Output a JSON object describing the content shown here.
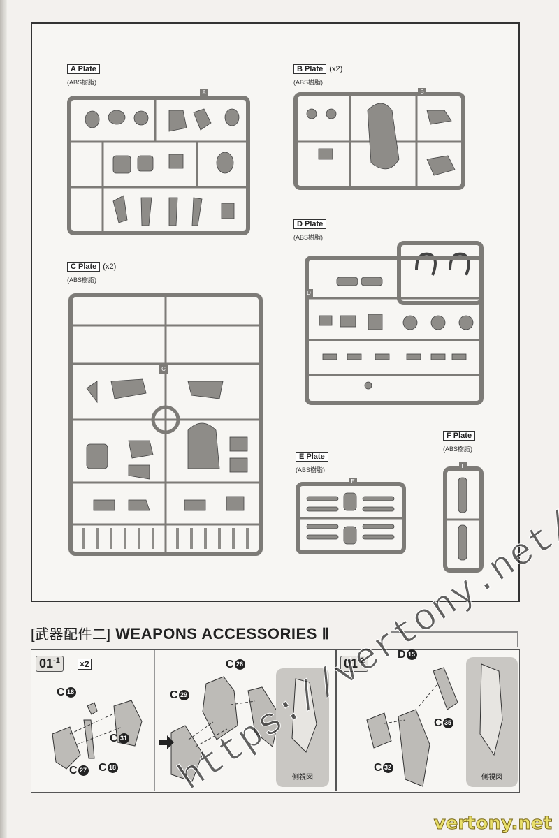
{
  "plates": {
    "a": {
      "label": "A Plate",
      "mult": "",
      "material": "(ABS樹脂)",
      "letter": "A"
    },
    "b": {
      "label": "B Plate",
      "mult": "(x2)",
      "material": "(ABS樹脂)",
      "letter": "B"
    },
    "c": {
      "label": "C Plate",
      "mult": "(x2)",
      "material": "(ABS樹脂)",
      "letter": "C"
    },
    "d": {
      "label": "D Plate",
      "mult": "",
      "material": "(ABS樹脂)",
      "letter": "D"
    },
    "e": {
      "label": "E Plate",
      "mult": "",
      "material": "(ABS樹脂)",
      "letter": "E"
    },
    "f": {
      "label": "F Plate",
      "mult": "",
      "material": "(ABS樹脂)",
      "letter": "F"
    }
  },
  "section": {
    "title_cn": "[武器配件二]",
    "title_en": "WEAPONS ACCESSORIES Ⅱ"
  },
  "steps": {
    "step1": {
      "tag": "01",
      "sub": "-1",
      "mult": "×2",
      "callouts": [
        {
          "letter": "C",
          "num": "18"
        },
        {
          "letter": "C",
          "num": "31"
        },
        {
          "letter": "C",
          "num": "27"
        },
        {
          "letter": "C",
          "num": "18"
        },
        {
          "letter": "C",
          "num": "26"
        },
        {
          "letter": "C",
          "num": "29"
        }
      ],
      "side_view": "側視図"
    },
    "step2": {
      "tag": "01",
      "sub": "-2",
      "callouts": [
        {
          "letter": "D",
          "num": "15"
        },
        {
          "letter": "C",
          "num": "35"
        },
        {
          "letter": "C",
          "num": "32"
        }
      ],
      "side_view": "側視図"
    }
  },
  "watermark": "https://vertony.net/",
  "footer_mark": "vertony.net"
}
